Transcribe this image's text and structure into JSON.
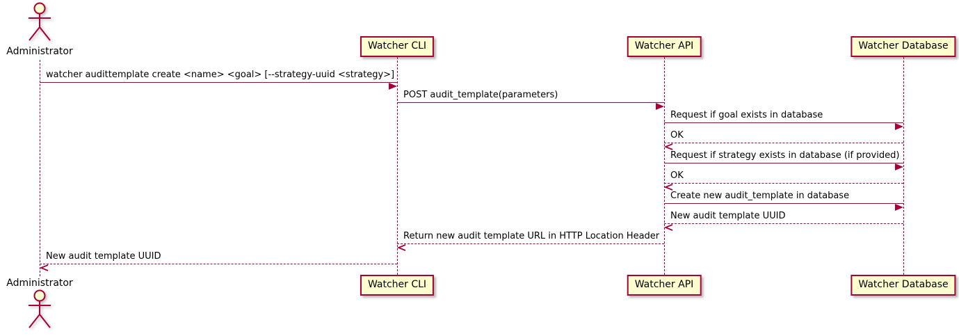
{
  "diagram": {
    "type": "sequence-diagram",
    "colors": {
      "background": "#FFFFFF",
      "participant_fill": "#FEFECE",
      "participant_border": "#A80036",
      "line_color": "#A80036",
      "text_color": "#000000"
    },
    "participants": [
      {
        "id": "administrator",
        "kind": "actor",
        "label": "Administrator"
      },
      {
        "id": "watcher-cli",
        "kind": "participant",
        "label": "Watcher CLI"
      },
      {
        "id": "watcher-api",
        "kind": "participant",
        "label": "Watcher API"
      },
      {
        "id": "watcher-database",
        "kind": "participant",
        "label": "Watcher Database"
      }
    ],
    "messages": [
      {
        "from": "administrator",
        "to": "watcher-cli",
        "line": "solid",
        "label": "watcher audittemplate create <name> <goal> [--strategy-uuid <strategy>]"
      },
      {
        "from": "watcher-cli",
        "to": "watcher-api",
        "line": "solid",
        "label": "POST audit_template(parameters)"
      },
      {
        "from": "watcher-api",
        "to": "watcher-database",
        "line": "solid",
        "label": "Request if goal exists in database"
      },
      {
        "from": "watcher-database",
        "to": "watcher-api",
        "line": "dashed",
        "label": "OK"
      },
      {
        "from": "watcher-api",
        "to": "watcher-database",
        "line": "solid",
        "label": "Request if strategy exists in database (if provided)"
      },
      {
        "from": "watcher-database",
        "to": "watcher-api",
        "line": "dashed",
        "label": "OK"
      },
      {
        "from": "watcher-api",
        "to": "watcher-database",
        "line": "solid",
        "label": "Create new audit_template in database"
      },
      {
        "from": "watcher-database",
        "to": "watcher-api",
        "line": "dashed",
        "label": "New audit template UUID"
      },
      {
        "from": "watcher-api",
        "to": "watcher-cli",
        "line": "dashed",
        "label": "Return new audit template URL in HTTP Location Header"
      },
      {
        "from": "watcher-cli",
        "to": "administrator",
        "line": "dashed",
        "label": "New audit template UUID"
      }
    ]
  }
}
